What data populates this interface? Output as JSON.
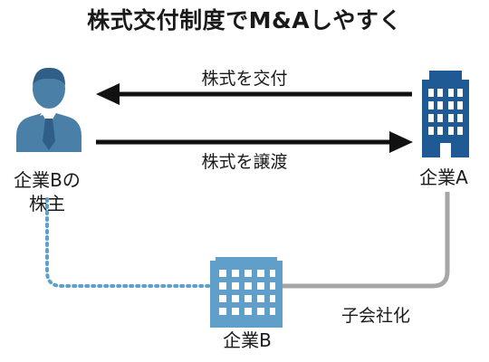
{
  "title": "株式交付制度でM&Aしやすく",
  "arrow_top_label": "株式を交付",
  "arrow_bottom_label": "株式を譲渡",
  "shareholder_label_line1": "企業Bの",
  "shareholder_label_line2": "株主",
  "company_a_label": "企業A",
  "company_b_label": "企業B",
  "subsidiary_label": "子会社化",
  "colors": {
    "person_blue": "#4a7fa8",
    "building_a": "#1f5a94",
    "building_b": "#5f9fc9",
    "dotted_line": "#5f9fc9",
    "gray_line": "#a6a6a6",
    "arrow": "#111111"
  }
}
